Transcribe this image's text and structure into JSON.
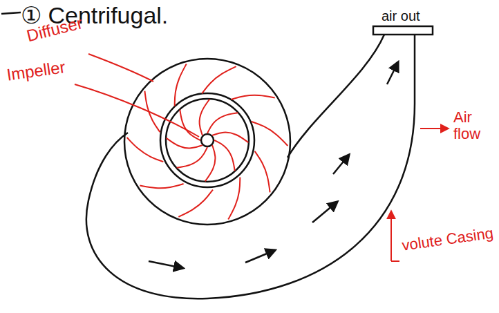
{
  "diagram": {
    "title": "① Centrifugal.",
    "labels": [
      "air out",
      "Diffuser",
      "Impeller",
      "Air flow",
      "volute Casing"
    ]
  }
}
